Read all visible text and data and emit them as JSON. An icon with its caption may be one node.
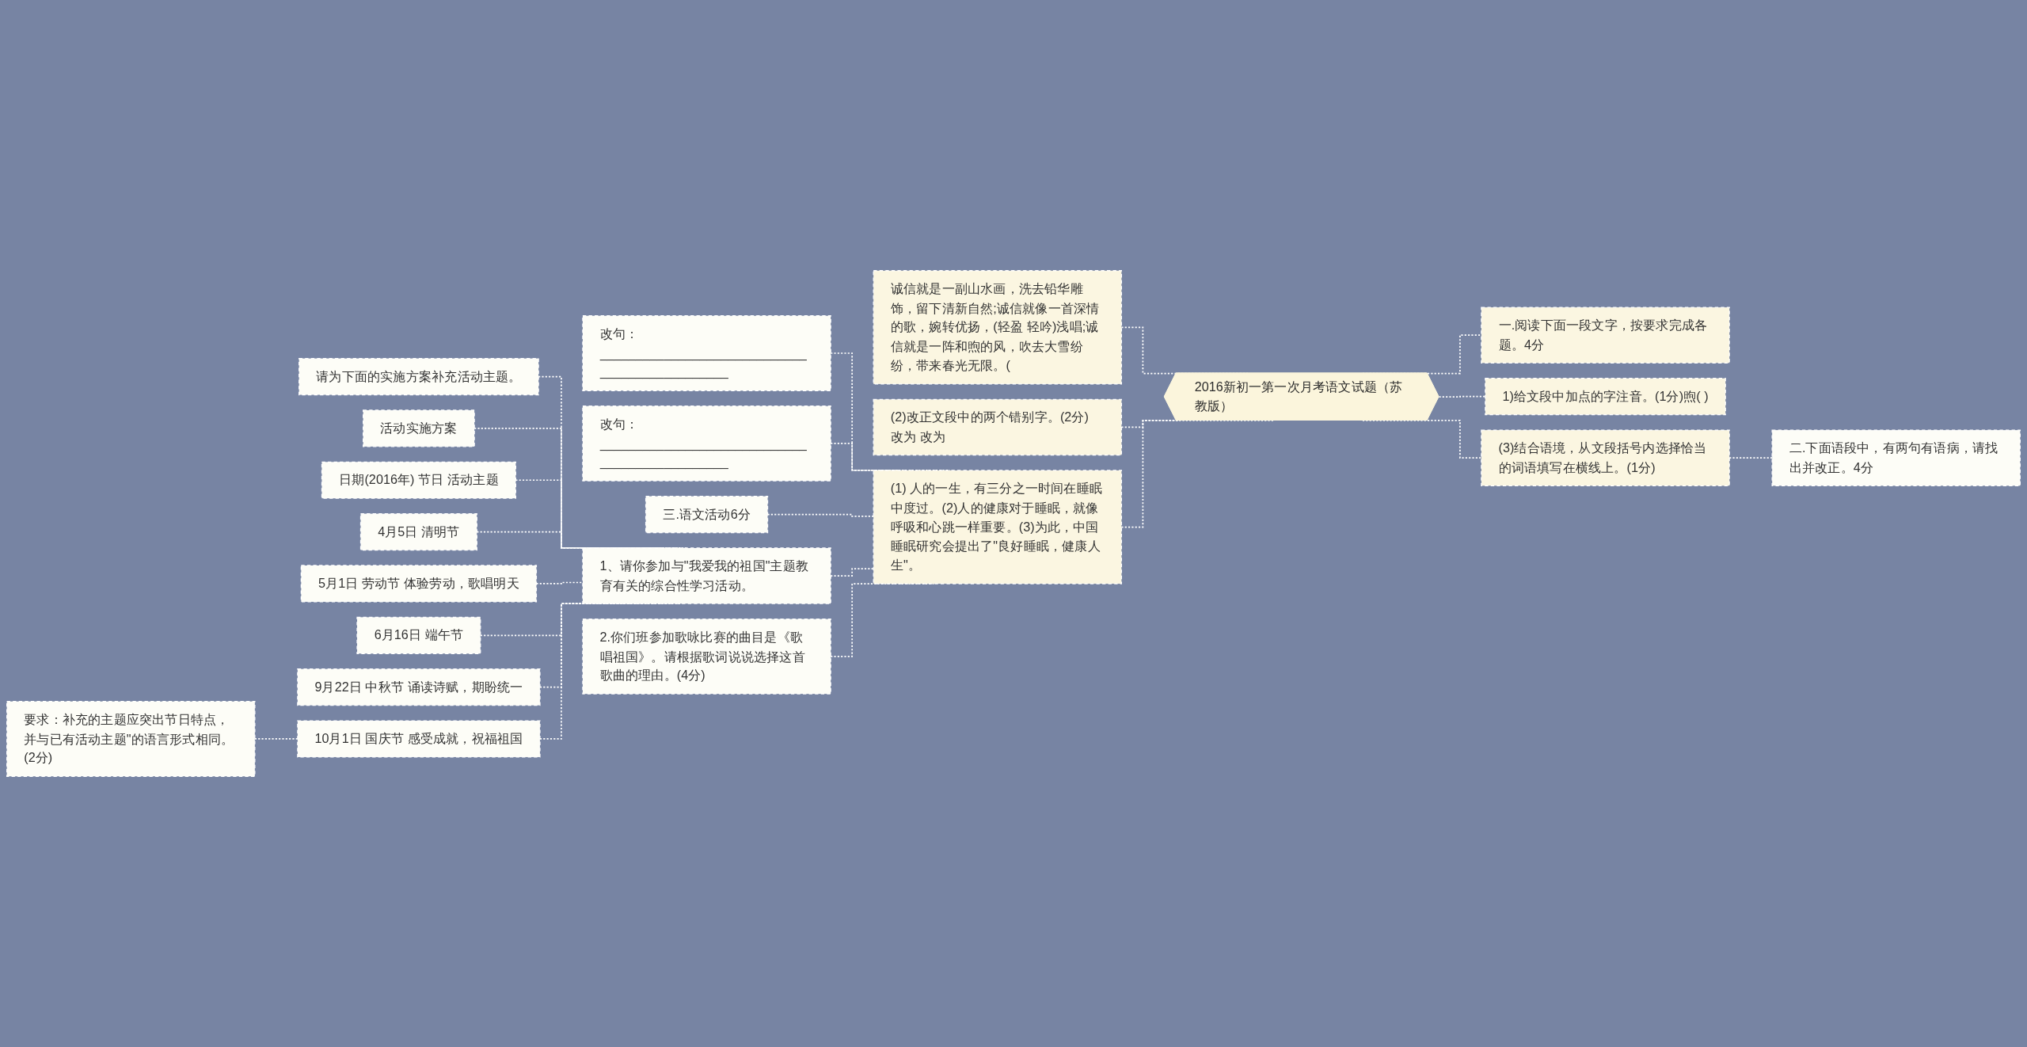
{
  "diagram": {
    "nodes": [
      {
        "text": [
          "2016新初一第一次月考语文试题（苏教版）"
        ]
      },
      {
        "text": [
          "诚信就是一副山水画，洗去铅华雕饰，留下清新自然;诚信就像一首深情的歌，婉转优扬，(轻盈 轻吟)浅唱;诚信就是一阵和煦的风，吹去大雪纷纷，带来春光无限。("
        ]
      },
      {
        "text": [
          "(2)改正文段中的两个错别字。(2分) 改为 改为"
        ]
      },
      {
        "text": [
          "(1) 人的一生，有三分之一时间在睡眠中度过。(2)人的健康对于睡眠，就像呼吸和心跳一样重要。(3)为此，中国睡眠研究会提出了\"良好睡眠，健康人生\"。"
        ]
      },
      {
        "text": [
          "改句：_______________________________________________"
        ]
      },
      {
        "text": [
          "改句：_______________________________________________"
        ]
      },
      {
        "text": [
          "三.语文活动6分"
        ]
      },
      {
        "text": [
          "1、请你参加与\"我爱我的祖国\"主题教育有关的综合性学习活动。"
        ]
      },
      {
        "text": [
          "请为下面的实施方案补充活动主题。"
        ]
      },
      {
        "text": [
          "活动实施方案"
        ]
      },
      {
        "text": [
          "日期(2016年) 节日 活动主题"
        ]
      },
      {
        "text": [
          "4月5日 清明节"
        ]
      },
      {
        "text": [
          "5月1日 劳动节 体验劳动，歌唱明天"
        ]
      },
      {
        "text": [
          "6月16日 端午节"
        ]
      },
      {
        "text": [
          "9月22日 中秋节 诵读诗赋，期盼统一"
        ]
      },
      {
        "text": [
          "10月1日 国庆节 感受成就，祝福祖国"
        ]
      },
      {
        "text": [
          "要求：补充的主题应突出节日特点，并与已有活动主题\"的语言形式相同。(2分)"
        ]
      },
      {
        "text": [
          "2.你们班参加歌咏比赛的曲目是《歌唱祖国》。请根据歌词说说选择这首歌曲的理由。(4分)"
        ]
      },
      {
        "text": [
          "一.阅读下面一段文字，按要求完成各题。4分"
        ]
      },
      {
        "text": [
          "1)给文段中加点的字注音。(1分)煦( )"
        ]
      },
      {
        "text": [
          "(3)结合语境，从文段括号内选择恰当的词语填写在横线上。(1分)"
        ]
      },
      {
        "text": [
          "二.下面语段中，有两句有语病，请找出并改正。4分"
        ]
      }
    ],
    "edges": [
      {
        "from": 1,
        "to": 0,
        "arrow": "none",
        "style": "dashed"
      },
      {
        "from": 2,
        "to": 0,
        "arrow": "none",
        "style": "dashed"
      },
      {
        "from": 3,
        "to": 0,
        "arrow": "none",
        "style": "dashed"
      },
      {
        "from": 4,
        "to": 3,
        "arrow": "none",
        "style": "dashed"
      },
      {
        "from": 5,
        "to": 3,
        "arrow": "none",
        "style": "dashed"
      },
      {
        "from": 6,
        "to": 3,
        "arrow": "none",
        "style": "dashed"
      },
      {
        "from": 7,
        "to": 3,
        "arrow": "none",
        "style": "dashed"
      },
      {
        "from": 8,
        "to": 7,
        "arrow": "none",
        "style": "dashed"
      },
      {
        "from": 9,
        "to": 7,
        "arrow": "none",
        "style": "dashed"
      },
      {
        "from": 10,
        "to": 7,
        "arrow": "none",
        "style": "dashed"
      },
      {
        "from": 11,
        "to": 7,
        "arrow": "none",
        "style": "dashed"
      },
      {
        "from": 12,
        "to": 7,
        "arrow": "none",
        "style": "dashed"
      },
      {
        "from": 13,
        "to": 7,
        "arrow": "none",
        "style": "dashed"
      },
      {
        "from": 14,
        "to": 7,
        "arrow": "none",
        "style": "dashed"
      },
      {
        "from": 15,
        "to": 7,
        "arrow": "none",
        "style": "dashed"
      },
      {
        "from": 16,
        "to": 15,
        "arrow": "none",
        "style": "dashed"
      },
      {
        "from": 17,
        "to": 3,
        "arrow": "none",
        "style": "dashed"
      },
      {
        "from": 0,
        "to": 18,
        "arrow": "none",
        "style": "dashed"
      },
      {
        "from": 0,
        "to": 19,
        "arrow": "none",
        "style": "dashed"
      },
      {
        "from": 0,
        "to": 20,
        "arrow": "none",
        "style": "dashed"
      },
      {
        "from": 20,
        "to": 21,
        "arrow": "none",
        "style": "dashed"
      }
    ]
  }
}
